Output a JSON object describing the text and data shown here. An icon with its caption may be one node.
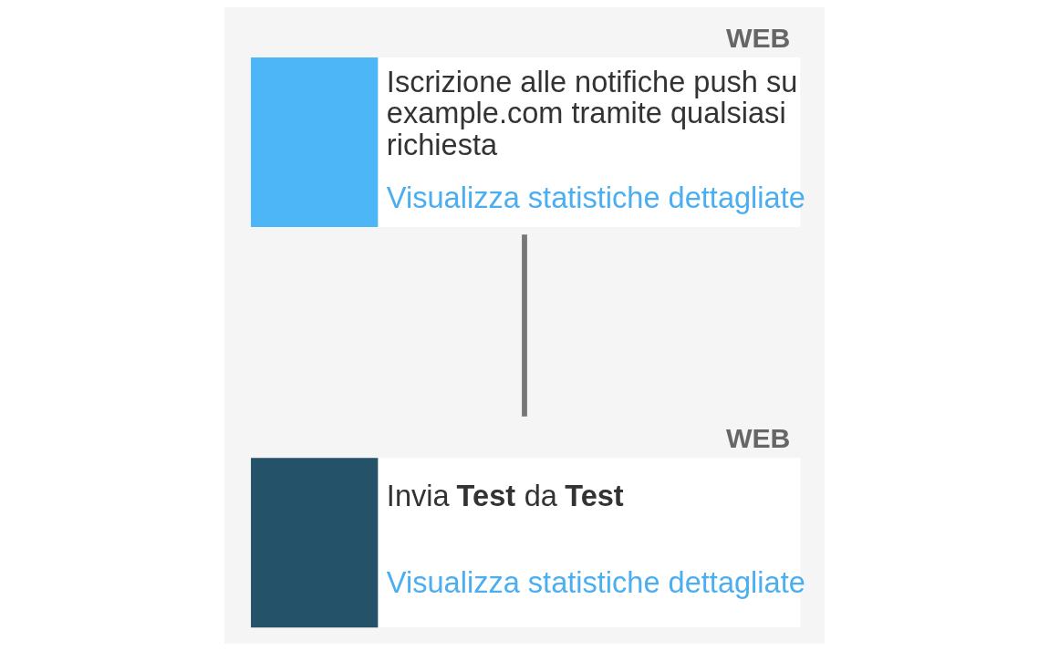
{
  "diagram": {
    "nodes": [
      {
        "text": [
          "Iscrizione alle notifiche push su example.com tramite qualsiasi richiesta",
          "Visualizza statistiche dettagliate"
        ],
        "beside": [
          "WEB"
        ]
      },
      {
        "text": [
          "Invia **Test** da **Test**",
          "Visualizza statistiche dettagliate"
        ],
        "beside": [
          "WEB"
        ]
      }
    ],
    "edges": [
      {
        "from": 0,
        "to": 1,
        "arrow": "none"
      }
    ]
  }
}
